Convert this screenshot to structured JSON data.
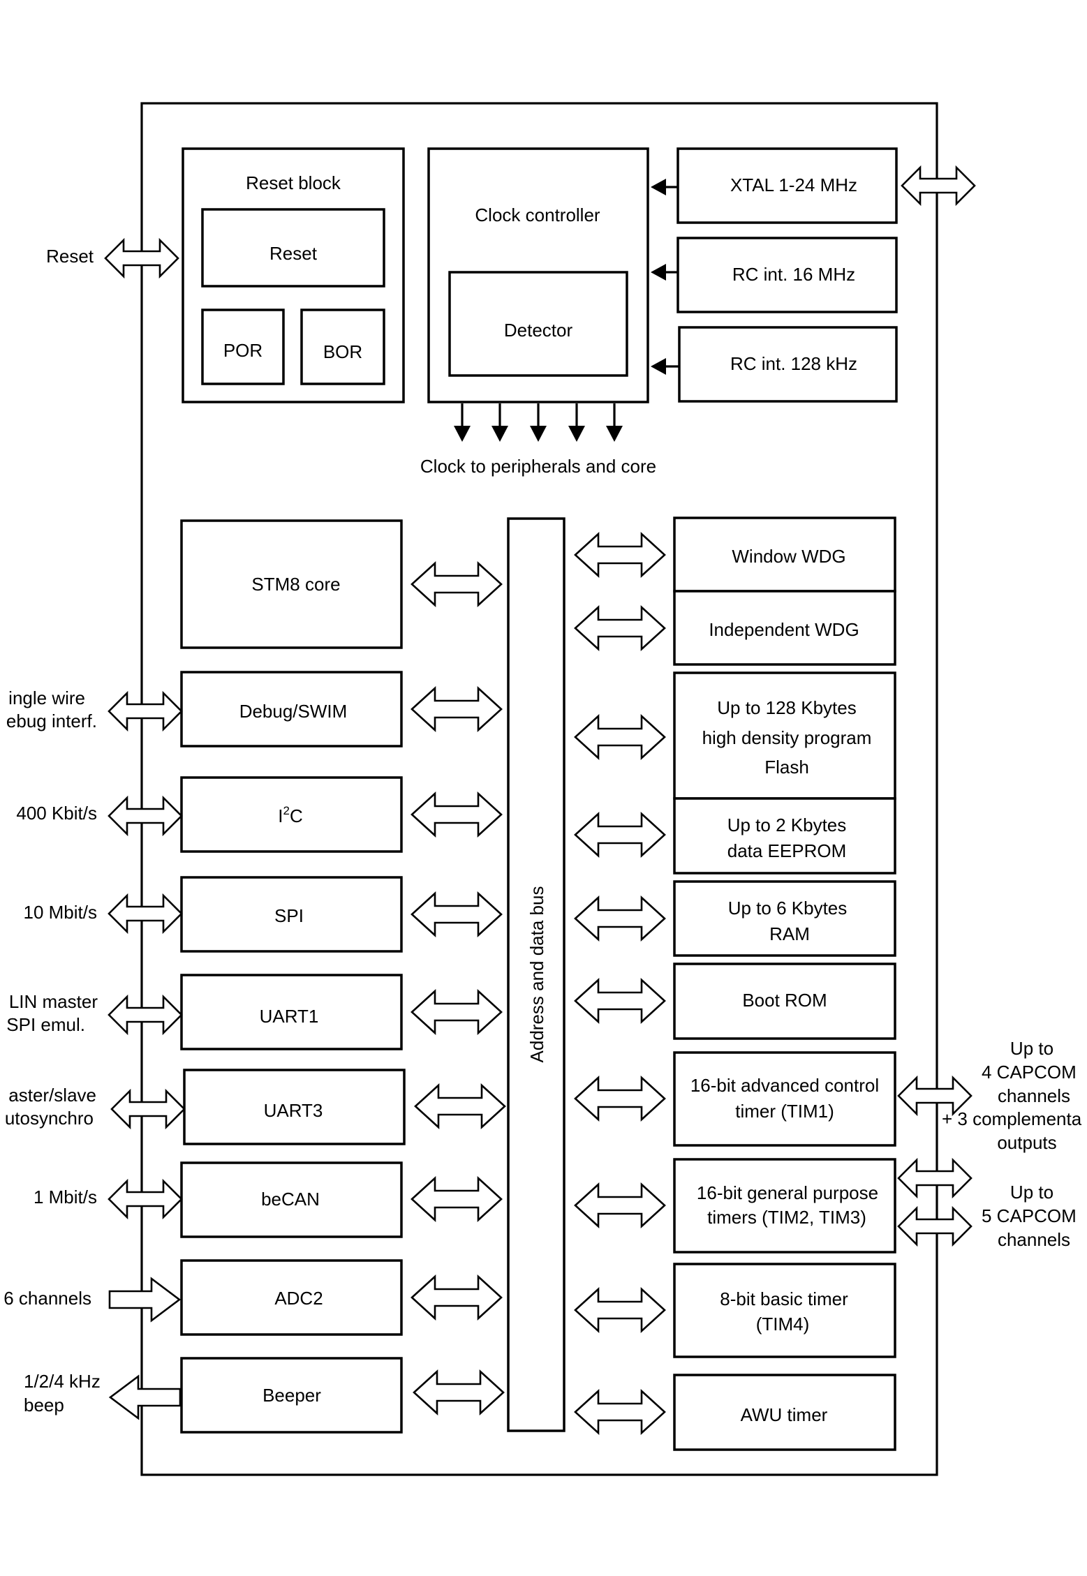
{
  "reset_block": {
    "title": "Reset block",
    "reset": "Reset",
    "por": "POR",
    "bor": "BOR"
  },
  "clock": {
    "title": "Clock controller",
    "detector": "Detector",
    "xtal": "XTAL 1-24 MHz",
    "rc16": "RC int. 16 MHz",
    "rc128": "RC int. 128 kHz",
    "peripherals_label": "Clock to peripherals and core"
  },
  "bus_label": "Address and data bus",
  "left_blocks": {
    "core": "STM8 core",
    "debug": "Debug/SWIM",
    "i2c_main": "I",
    "i2c_sup": "2",
    "i2c_tail": "C",
    "spi": "SPI",
    "uart1": "UART1",
    "uart3": "UART3",
    "becan": "beCAN",
    "adc2": "ADC2",
    "beeper": "Beeper"
  },
  "right_blocks": {
    "wwdg": "Window WDG",
    "iwdg": "Independent WDG",
    "flash": [
      "Up to 128 Kbytes",
      "high density program",
      "Flash"
    ],
    "eeprom": [
      "Up to 2 Kbytes",
      "data EEPROM"
    ],
    "ram": [
      "Up to 6 Kbytes",
      "RAM"
    ],
    "bootrom": "Boot ROM",
    "tim1": [
      "16-bit advanced control",
      "timer (TIM1)"
    ],
    "tim23": [
      "16-bit general purpose",
      "timers (TIM2, TIM3)"
    ],
    "tim4": [
      "8-bit basic timer",
      "(TIM4)"
    ],
    "awu": "AWU timer"
  },
  "external_left": {
    "reset": "Reset",
    "swim": [
      "ingle wire",
      "ebug interf."
    ],
    "i2c": "400 Kbit/s",
    "spi": "10 Mbit/s",
    "uart1": [
      "LIN master",
      "SPI emul."
    ],
    "uart3": [
      "aster/slave",
      "utosynchro"
    ],
    "can": "1 Mbit/s",
    "adc": "6 channels",
    "beep": [
      "1/2/4 kHz",
      "beep"
    ]
  },
  "external_right": {
    "tim1": [
      "Up to",
      "4 CAPCOM",
      "channels",
      "+ 3 complementa",
      "outputs"
    ],
    "tim23": [
      "Up to",
      "5 CAPCOM",
      "channels"
    ]
  }
}
